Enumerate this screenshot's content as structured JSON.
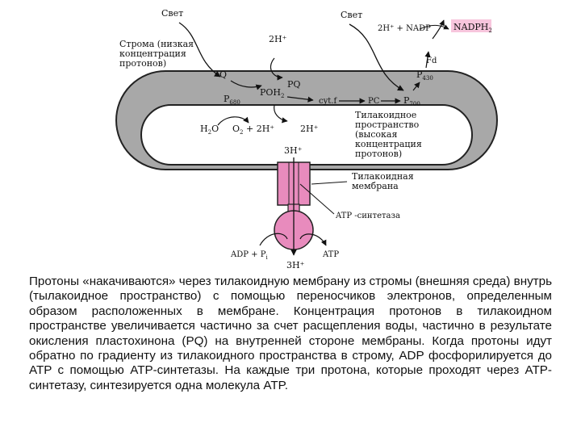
{
  "diagram": {
    "light_left": "Свет",
    "light_right": "Свет",
    "stroma_label": [
      "Строма (низкая",
      "концентрация",
      "протонов)"
    ],
    "proton_2h_top": "2H⁺",
    "nadp_reaction": "2H⁺ + NADP",
    "nadph2": "NADPH",
    "nadph2_sub": "2",
    "fd": "Fd",
    "q": "Q",
    "p680": "P",
    "p680_sub": "680",
    "poh2": "POH",
    "poh2_sub": "2",
    "pq": "PQ",
    "cytf": "cyt.f",
    "pc": "PC",
    "p700": "P",
    "p700_sub": "700",
    "p430": "P",
    "p430_sub": "430",
    "h2o": "H",
    "h2o_sub": "2",
    "h2o_tail": "O",
    "o2": "O",
    "o2_sub": "2",
    "o2_tail": " + 2H⁺",
    "proton_2h_inner": "2H⁺",
    "lumen_label": [
      "Тилакоидное",
      "пространство",
      "(высокая",
      "концентрация",
      "протонов)"
    ],
    "proton_3h_top": "3H⁺",
    "membrane_label": [
      "Тилакоидная",
      "мембрана"
    ],
    "atp_synthase": "ATP -синтетаза",
    "adp": "ADP + P",
    "adp_sub": "i",
    "atp": "ATP",
    "proton_3h_bottom": "3H⁺",
    "colors": {
      "membrane": "#a8a8a8",
      "synthase": "#e88bbd",
      "label_box": "#f7c6dd"
    }
  },
  "caption": "Протоны «накачиваются» через тилакоидную мембрану из стромы (внешняя среда) внутрь (тылакоидное пространство) с помощью переносчиков электронов, определенным образом расположенных в мембране. Концентрация протонов в тилакоидном пространстве увеличивается частично за счет расщепления воды, частично в результате окисления пластохинона (PQ) на внутренней стороне мембраны. Когда протоны идут обратно по градиенту из тилакоидного пространства в строму, ADP фосфорилируется до ATP с помощью ATP-синтетазы. На каждые три протона, которые проходят через ATP-синтетазу, синтезируется одна молекула ATP."
}
